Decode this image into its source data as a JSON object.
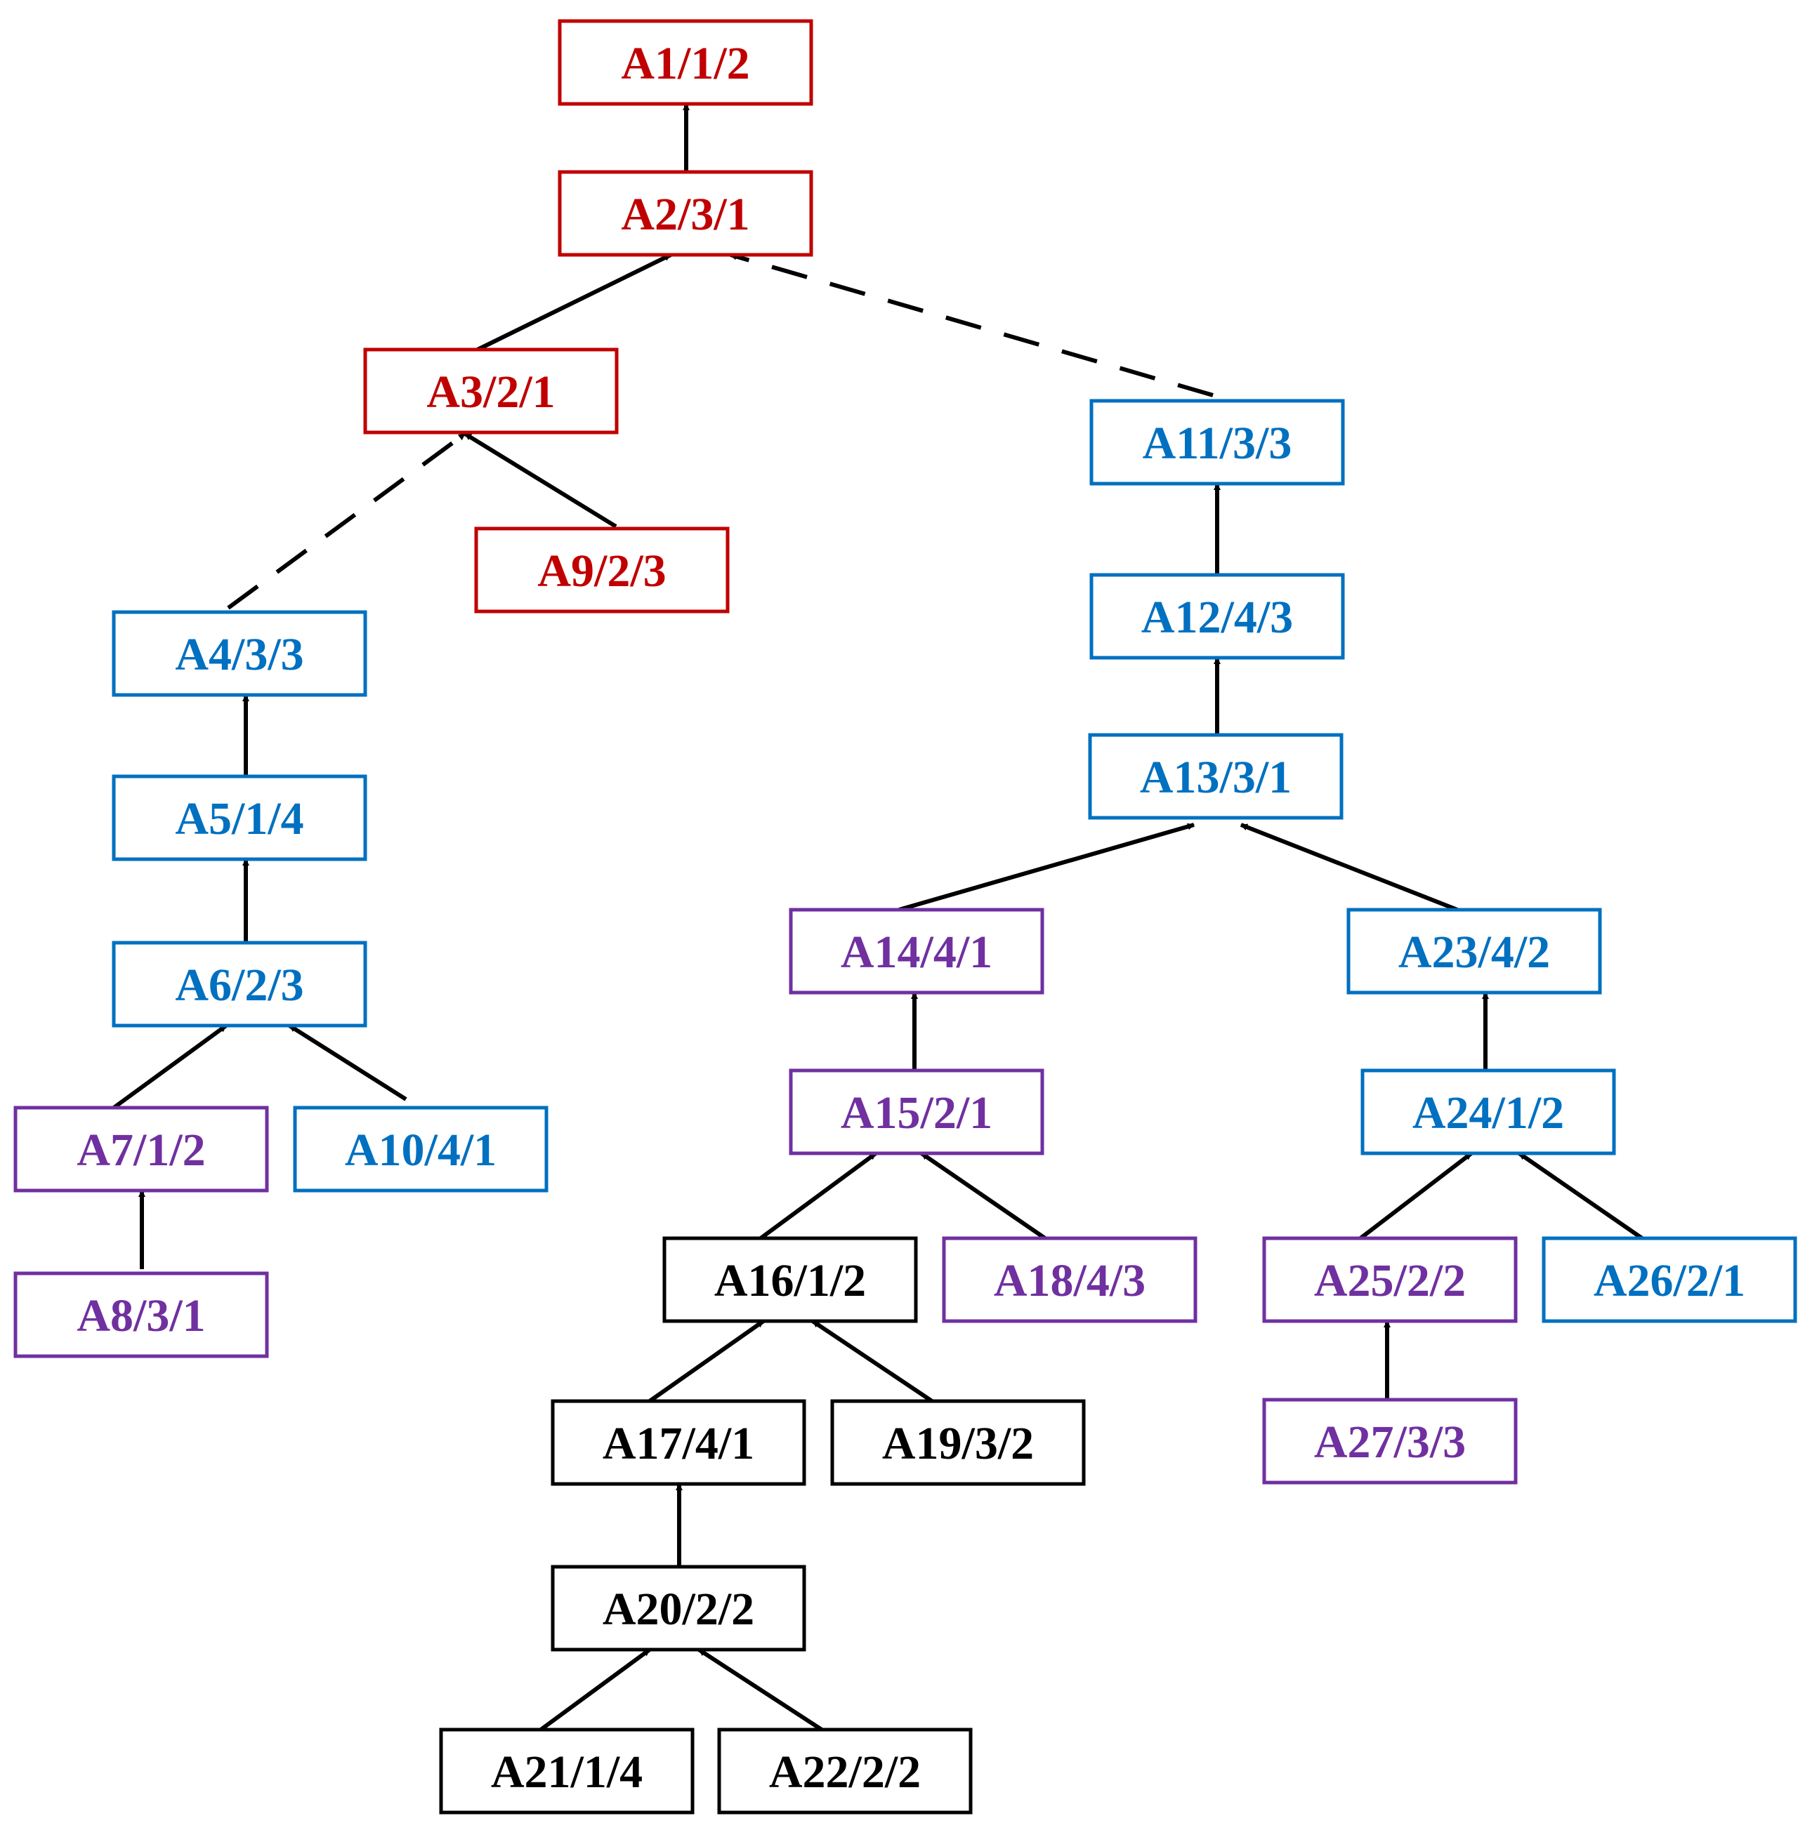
{
  "colors": {
    "red": "#c00000",
    "blue": "#0070c0",
    "purple": "#7030a0",
    "black": "#000000"
  },
  "nodes": [
    {
      "id": "A1",
      "label": "A1/1/2",
      "color": "red"
    },
    {
      "id": "A2",
      "label": "A2/3/1",
      "color": "red"
    },
    {
      "id": "A3",
      "label": "A3/2/1",
      "color": "red"
    },
    {
      "id": "A4",
      "label": "A4/3/3",
      "color": "blue"
    },
    {
      "id": "A5",
      "label": "A5/1/4",
      "color": "blue"
    },
    {
      "id": "A6",
      "label": "A6/2/3",
      "color": "blue"
    },
    {
      "id": "A7",
      "label": "A7/1/2",
      "color": "purple"
    },
    {
      "id": "A8",
      "label": "A8/3/1",
      "color": "purple"
    },
    {
      "id": "A9",
      "label": "A9/2/3",
      "color": "red"
    },
    {
      "id": "A10",
      "label": "A10/4/1",
      "color": "blue"
    },
    {
      "id": "A11",
      "label": "A11/3/3",
      "color": "blue"
    },
    {
      "id": "A12",
      "label": "A12/4/3",
      "color": "blue"
    },
    {
      "id": "A13",
      "label": "A13/3/1",
      "color": "blue"
    },
    {
      "id": "A14",
      "label": "A14/4/1",
      "color": "purple"
    },
    {
      "id": "A15",
      "label": "A15/2/1",
      "color": "purple"
    },
    {
      "id": "A16",
      "label": "A16/1/2",
      "color": "black"
    },
    {
      "id": "A17",
      "label": "A17/4/1",
      "color": "black"
    },
    {
      "id": "A18",
      "label": "A18/4/3",
      "color": "purple"
    },
    {
      "id": "A19",
      "label": "A19/3/2",
      "color": "black"
    },
    {
      "id": "A20",
      "label": "A20/2/2",
      "color": "black"
    },
    {
      "id": "A21",
      "label": "A21/1/4",
      "color": "black"
    },
    {
      "id": "A22",
      "label": "A22/2/2",
      "color": "black"
    },
    {
      "id": "A23",
      "label": "A23/4/2",
      "color": "blue"
    },
    {
      "id": "A24",
      "label": "A24/1/2",
      "color": "blue"
    },
    {
      "id": "A25",
      "label": "A25/2/2",
      "color": "purple"
    },
    {
      "id": "A26",
      "label": "A26/2/1",
      "color": "blue"
    },
    {
      "id": "A27",
      "label": "A27/3/3",
      "color": "purple"
    }
  ],
  "edges": [
    {
      "from": "A2",
      "to": "A1",
      "style": "solid"
    },
    {
      "from": "A3",
      "to": "A2",
      "style": "solid"
    },
    {
      "from": "A11",
      "to": "A2",
      "style": "dashed"
    },
    {
      "from": "A4",
      "to": "A3",
      "style": "dashed"
    },
    {
      "from": "A9",
      "to": "A3",
      "style": "solid"
    },
    {
      "from": "A5",
      "to": "A4",
      "style": "solid"
    },
    {
      "from": "A6",
      "to": "A5",
      "style": "solid"
    },
    {
      "from": "A7",
      "to": "A6",
      "style": "solid"
    },
    {
      "from": "A10",
      "to": "A6",
      "style": "solid"
    },
    {
      "from": "A8",
      "to": "A7",
      "style": "solid"
    },
    {
      "from": "A12",
      "to": "A11",
      "style": "solid"
    },
    {
      "from": "A13",
      "to": "A12",
      "style": "solid"
    },
    {
      "from": "A14",
      "to": "A13",
      "style": "solid"
    },
    {
      "from": "A23",
      "to": "A13",
      "style": "solid"
    },
    {
      "from": "A15",
      "to": "A14",
      "style": "solid"
    },
    {
      "from": "A16",
      "to": "A15",
      "style": "solid"
    },
    {
      "from": "A18",
      "to": "A15",
      "style": "solid"
    },
    {
      "from": "A17",
      "to": "A16",
      "style": "solid"
    },
    {
      "from": "A19",
      "to": "A16",
      "style": "solid"
    },
    {
      "from": "A20",
      "to": "A17",
      "style": "solid"
    },
    {
      "from": "A21",
      "to": "A20",
      "style": "solid"
    },
    {
      "from": "A22",
      "to": "A20",
      "style": "solid"
    },
    {
      "from": "A24",
      "to": "A23",
      "style": "solid"
    },
    {
      "from": "A25",
      "to": "A24",
      "style": "solid"
    },
    {
      "from": "A26",
      "to": "A24",
      "style": "solid"
    },
    {
      "from": "A27",
      "to": "A25",
      "style": "solid"
    }
  ]
}
